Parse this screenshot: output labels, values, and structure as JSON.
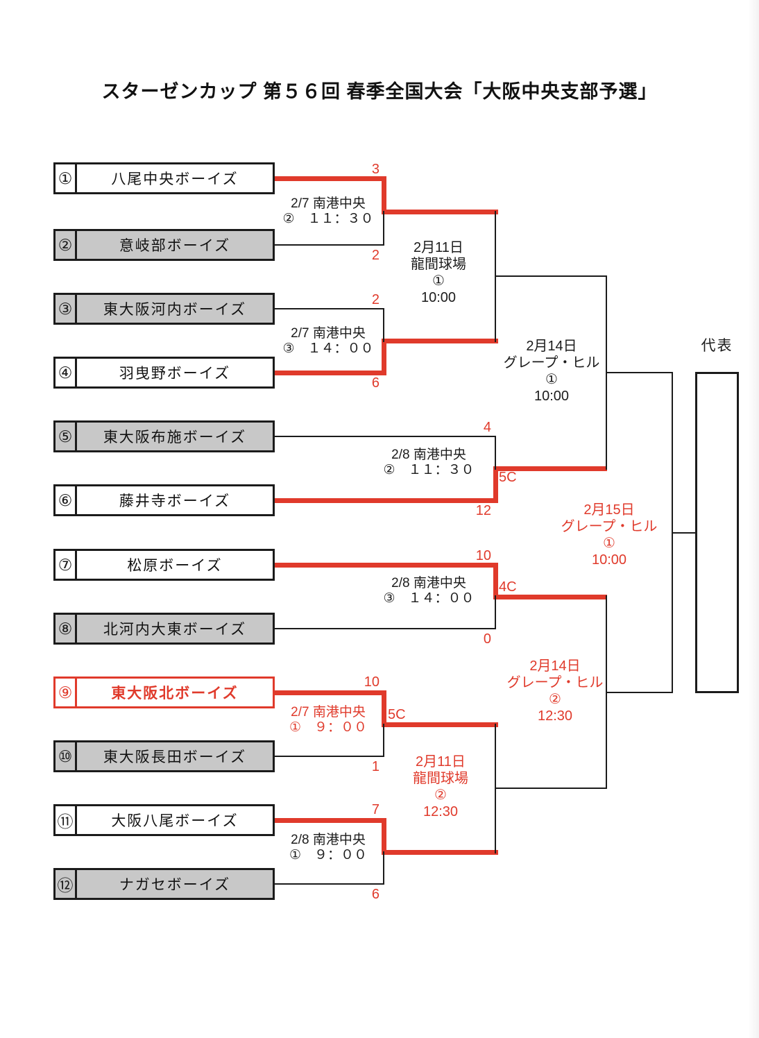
{
  "page": {
    "title": "スターゼンカップ 第５６回 春季全国大会「大阪中央支部予選」"
  },
  "colors": {
    "accent_red": "#e03a2b",
    "team_gray_fill": "#c8c8c8",
    "line_black": "#1b1b1b"
  },
  "teams": [
    {
      "seed": "①",
      "name": "八尾中央ボーイズ",
      "fill": "white",
      "highlighted": false
    },
    {
      "seed": "②",
      "name": "意岐部ボーイズ",
      "fill": "gray",
      "highlighted": false
    },
    {
      "seed": "③",
      "name": "東大阪河内ボーイズ",
      "fill": "gray",
      "highlighted": false
    },
    {
      "seed": "④",
      "name": "羽曳野ボーイズ",
      "fill": "white",
      "highlighted": false
    },
    {
      "seed": "⑤",
      "name": "東大阪布施ボーイズ",
      "fill": "gray",
      "highlighted": false
    },
    {
      "seed": "⑥",
      "name": "藤井寺ボーイズ",
      "fill": "white",
      "highlighted": false
    },
    {
      "seed": "⑦",
      "name": "松原ボーイズ",
      "fill": "white",
      "highlighted": false
    },
    {
      "seed": "⑧",
      "name": "北河内大東ボーイズ",
      "fill": "gray",
      "highlighted": false
    },
    {
      "seed": "⑨",
      "name": "東大阪北ボーイズ",
      "fill": "white",
      "highlighted": true
    },
    {
      "seed": "⑩",
      "name": "東大阪長田ボーイズ",
      "fill": "gray",
      "highlighted": false
    },
    {
      "seed": "⑪",
      "name": "大阪八尾ボーイズ",
      "fill": "white",
      "highlighted": false
    },
    {
      "seed": "⑫",
      "name": "ナガセボーイズ",
      "fill": "gray",
      "highlighted": false
    }
  ],
  "round1_matches": [
    {
      "venue": "2/7 南港中央",
      "slot": "②　１１：３０",
      "score_top": "3",
      "score_bottom": "2",
      "note": "",
      "winner": "top",
      "info_red": false
    },
    {
      "venue": "2/7 南港中央",
      "slot": "③　１４：００",
      "score_top": "2",
      "score_bottom": "6",
      "note": "",
      "winner": "bottom",
      "info_red": false
    },
    {
      "venue": "2/8 南港中央",
      "slot": "②　１１：３０",
      "score_top": "4",
      "score_bottom": "12",
      "note": "5C",
      "winner": "bottom",
      "info_red": false
    },
    {
      "venue": "2/8 南港中央",
      "slot": "③　１４：００",
      "score_top": "10",
      "score_bottom": "0",
      "note": "4C",
      "winner": "top",
      "info_red": false
    },
    {
      "venue": "2/7 南港中央",
      "slot": "①　９：００",
      "score_top": "10",
      "score_bottom": "1",
      "note": "5C",
      "winner": "top",
      "info_red": true
    },
    {
      "venue": "2/8 南港中央",
      "slot": "①　９：００",
      "score_top": "7",
      "score_bottom": "6",
      "note": "",
      "winner": "top",
      "info_red": false
    }
  ],
  "later_matches": [
    {
      "date": "2月11日",
      "venue": "龍間球場",
      "game": "①",
      "time": "10:00",
      "red": false
    },
    {
      "date": "2月11日",
      "venue": "龍間球場",
      "game": "②",
      "time": "12:30",
      "red": true
    },
    {
      "date": "2月14日",
      "venue": "グレープ・ヒル",
      "game": "①",
      "time": "10:00",
      "red": false
    },
    {
      "date": "2月14日",
      "venue": "グレープ・ヒル",
      "game": "②",
      "time": "12:30",
      "red": true
    },
    {
      "date": "2月15日",
      "venue": "グレープ・ヒル",
      "game": "①",
      "time": "10:00",
      "red": true
    }
  ],
  "labels": {
    "champion": "代表"
  }
}
